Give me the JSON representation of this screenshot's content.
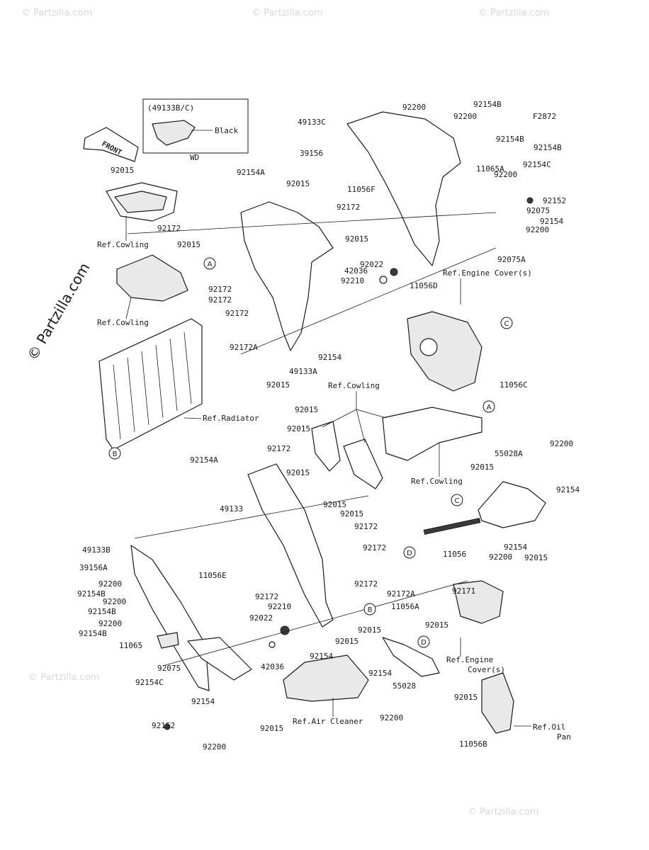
{
  "figure_code": "F2872",
  "front_label": "FRONT",
  "watermark_main": "© Partzilla.com",
  "watermark_small": "© Partzilla.com",
  "inset": {
    "title": "(49133B/C)",
    "color_label": "Black",
    "note": "WD"
  },
  "callouts": [
    "A",
    "B",
    "C",
    "D"
  ],
  "part_labels": [
    {
      "id": "p1",
      "text": "92200"
    },
    {
      "id": "p2",
      "text": "92154B"
    },
    {
      "id": "p3",
      "text": "49133C"
    },
    {
      "id": "p4",
      "text": "92200"
    },
    {
      "id": "p5",
      "text": "92154B"
    },
    {
      "id": "p6",
      "text": "92154B"
    },
    {
      "id": "p7",
      "text": "39156"
    },
    {
      "id": "p8",
      "text": "92200"
    },
    {
      "id": "p9",
      "text": "11065A"
    },
    {
      "id": "p10",
      "text": "92154C"
    },
    {
      "id": "p11",
      "text": "92015"
    },
    {
      "id": "p12",
      "text": "92154A"
    },
    {
      "id": "p13",
      "text": "92015"
    },
    {
      "id": "p14",
      "text": "11056F"
    },
    {
      "id": "p15",
      "text": "92152"
    },
    {
      "id": "p16",
      "text": "92075"
    },
    {
      "id": "p17",
      "text": "92172"
    },
    {
      "id": "p18",
      "text": "92154"
    },
    {
      "id": "p19",
      "text": "92172"
    },
    {
      "id": "p20",
      "text": "92200"
    },
    {
      "id": "p21",
      "text": "92015"
    },
    {
      "id": "p22",
      "text": "92015"
    },
    {
      "id": "p23",
      "text": "92075A"
    },
    {
      "id": "p24",
      "text": "92022"
    },
    {
      "id": "p25",
      "text": "42036"
    },
    {
      "id": "p26",
      "text": "92210"
    },
    {
      "id": "p27",
      "text": "11056D"
    },
    {
      "id": "p28",
      "text": "92172"
    },
    {
      "id": "p29",
      "text": "92172"
    },
    {
      "id": "p30",
      "text": "92172"
    },
    {
      "id": "p31",
      "text": "92172A"
    },
    {
      "id": "p32",
      "text": "92154"
    },
    {
      "id": "p33",
      "text": "49133A"
    },
    {
      "id": "p34",
      "text": "92015"
    },
    {
      "id": "p35",
      "text": "11056C"
    },
    {
      "id": "p36",
      "text": "92015"
    },
    {
      "id": "p37",
      "text": "92172"
    },
    {
      "id": "p38",
      "text": "92154A"
    },
    {
      "id": "p39",
      "text": "92015"
    },
    {
      "id": "p40",
      "text": "55028A"
    },
    {
      "id": "p41",
      "text": "92200"
    },
    {
      "id": "p42",
      "text": "92015"
    },
    {
      "id": "p43",
      "text": "92154"
    },
    {
      "id": "p44",
      "text": "92015"
    },
    {
      "id": "p45",
      "text": "49133"
    },
    {
      "id": "p46",
      "text": "92015"
    },
    {
      "id": "p47",
      "text": "92172"
    },
    {
      "id": "p48",
      "text": "11056"
    },
    {
      "id": "p49",
      "text": "92154"
    },
    {
      "id": "p50",
      "text": "92200"
    },
    {
      "id": "p51",
      "text": "92015"
    },
    {
      "id": "p52",
      "text": "49133B"
    },
    {
      "id": "p53",
      "text": "92172"
    },
    {
      "id": "p54",
      "text": "39156A"
    },
    {
      "id": "p55",
      "text": "11056E"
    },
    {
      "id": "p56",
      "text": "92200"
    },
    {
      "id": "p57",
      "text": "92154B"
    },
    {
      "id": "p58",
      "text": "92200"
    },
    {
      "id": "p59",
      "text": "92154B"
    },
    {
      "id": "p60",
      "text": "92200"
    },
    {
      "id": "p61",
      "text": "92154B"
    },
    {
      "id": "p62",
      "text": "92172"
    },
    {
      "id": "p63",
      "text": "92172"
    },
    {
      "id": "p64",
      "text": "92172A"
    },
    {
      "id": "p65",
      "text": "92210"
    },
    {
      "id": "p66",
      "text": "92171"
    },
    {
      "id": "p67",
      "text": "11056A"
    },
    {
      "id": "p68",
      "text": "92022"
    },
    {
      "id": "p69",
      "text": "11065"
    },
    {
      "id": "p70",
      "text": "92015"
    },
    {
      "id": "p71",
      "text": "92015"
    },
    {
      "id": "p72",
      "text": "92015"
    },
    {
      "id": "p73",
      "text": "42036"
    },
    {
      "id": "p74",
      "text": "92154"
    },
    {
      "id": "p75",
      "text": "92075"
    },
    {
      "id": "p76",
      "text": "92154C"
    },
    {
      "id": "p77",
      "text": "92154"
    },
    {
      "id": "p78",
      "text": "92154"
    },
    {
      "id": "p79",
      "text": "55028"
    },
    {
      "id": "p80",
      "text": "92152"
    },
    {
      "id": "p81",
      "text": "92015"
    },
    {
      "id": "p82",
      "text": "92200"
    },
    {
      "id": "p83",
      "text": "92200"
    },
    {
      "id": "p84",
      "text": "92015"
    },
    {
      "id": "p85",
      "text": "11056B"
    },
    {
      "id": "p86",
      "text": "92015"
    }
  ],
  "ref_labels": [
    {
      "id": "r1",
      "text": "Ref.Cowling"
    },
    {
      "id": "r2",
      "text": "Ref.Cowling"
    },
    {
      "id": "r3",
      "text": "Ref.Engine Cover(s)"
    },
    {
      "id": "r4",
      "text": "Ref.Radiator"
    },
    {
      "id": "r5",
      "text": "Ref.Cowling"
    },
    {
      "id": "r6",
      "text": "Ref.Cowling"
    },
    {
      "id": "r7",
      "text": "Ref.Engine"
    },
    {
      "id": "r8",
      "text": "Cover(s)"
    },
    {
      "id": "r9",
      "text": "Ref.Air Cleaner"
    },
    {
      "id": "r10",
      "text": "Ref.Oil"
    },
    {
      "id": "r11",
      "text": "Pan"
    }
  ]
}
